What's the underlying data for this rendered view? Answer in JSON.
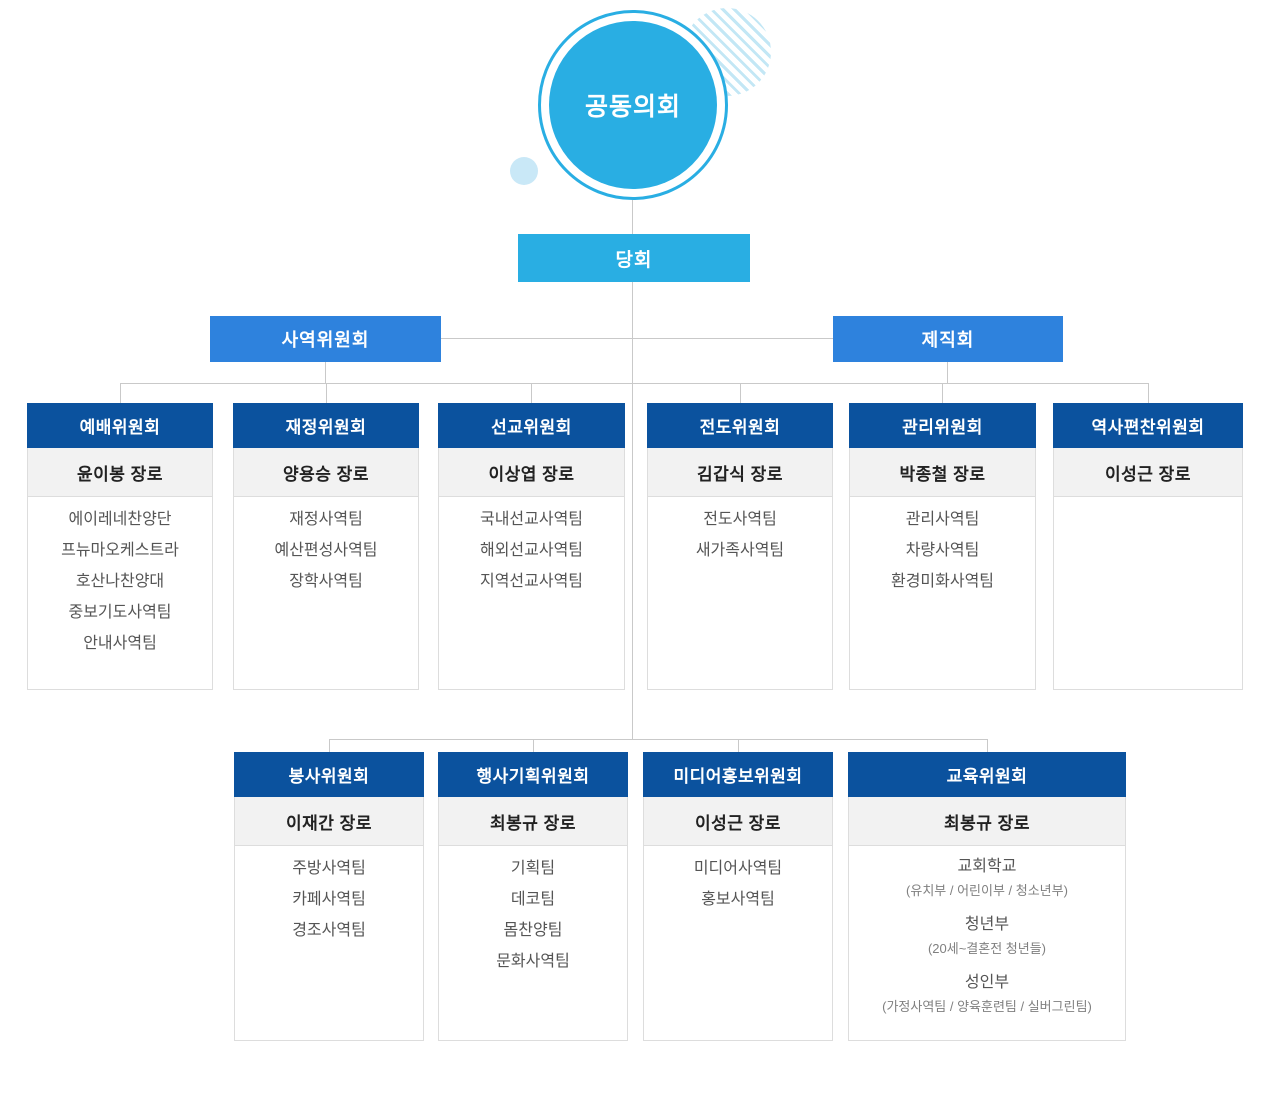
{
  "colors": {
    "accent-cyan": "#29aee3",
    "accent-blue": "#2e82dd",
    "header-navy": "#0b529e",
    "leader-bg": "#f2f2f2",
    "line-gray": "#c9c9c9",
    "deco-stripe": "#c3e7f5",
    "deco-dot": "#c9e8f7"
  },
  "root": {
    "label": "공동의회"
  },
  "session": {
    "label": "당회"
  },
  "branches": [
    {
      "label": "사역위원회"
    },
    {
      "label": "제직회"
    }
  ],
  "row1": [
    {
      "title": "예배위원회",
      "leader": "윤이봉 장로",
      "teams": [
        "에이레네찬양단",
        "프뉴마오케스트라",
        "호산나찬양대",
        "중보기도사역팀",
        "안내사역팀"
      ]
    },
    {
      "title": "재정위원회",
      "leader": "양용승 장로",
      "teams": [
        "재정사역팀",
        "예산편성사역팀",
        "장학사역팀"
      ]
    },
    {
      "title": "선교위원회",
      "leader": "이상엽 장로",
      "teams": [
        "국내선교사역팀",
        "해외선교사역팀",
        "지역선교사역팀"
      ]
    },
    {
      "title": "전도위원회",
      "leader": "김갑식 장로",
      "teams": [
        "전도사역팀",
        "새가족사역팀"
      ]
    },
    {
      "title": "관리위원회",
      "leader": "박종철 장로",
      "teams": [
        "관리사역팀",
        "차량사역팀",
        "환경미화사역팀"
      ]
    },
    {
      "title": "역사편찬위원회",
      "leader": "이성근 장로",
      "teams": []
    }
  ],
  "row2": [
    {
      "title": "봉사위원회",
      "leader": "이재간 장로",
      "teams": [
        "주방사역팀",
        "카페사역팀",
        "경조사역팀"
      ]
    },
    {
      "title": "행사기획위원회",
      "leader": "최봉규 장로",
      "teams": [
        "기획팀",
        "데코팀",
        "몸찬양팀",
        "문화사역팀"
      ]
    },
    {
      "title": "미디어홍보위원회",
      "leader": "이성근 장로",
      "teams": [
        "미디어사역팀",
        "홍보사역팀"
      ]
    },
    {
      "title": "교육위원회",
      "leader": "최봉규 장로",
      "groups": [
        {
          "name": "교회학교",
          "note": "(유치부 / 어린이부 / 청소년부)"
        },
        {
          "name": "청년부",
          "note": "(20세~결혼전 청년들)"
        },
        {
          "name": "성인부",
          "note": "(가정사역팀 / 양육훈련팀 / 실버그린팀)"
        }
      ]
    }
  ]
}
